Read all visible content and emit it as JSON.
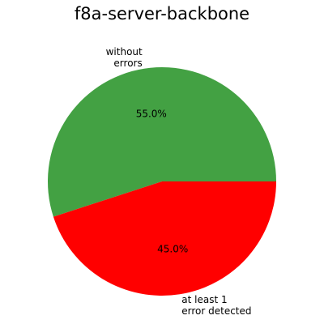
{
  "chart_data": {
    "type": "pie",
    "title": "f8a-server-backbone",
    "slices": [
      {
        "label_lines": [
          "without",
          "errors"
        ],
        "value": 55.0,
        "pct_label": "55.0%",
        "color": "#43a143"
      },
      {
        "label_lines": [
          "at least 1",
          "error detected"
        ],
        "value": 45.0,
        "pct_label": "45.0%",
        "color": "#ff0000"
      }
    ]
  }
}
